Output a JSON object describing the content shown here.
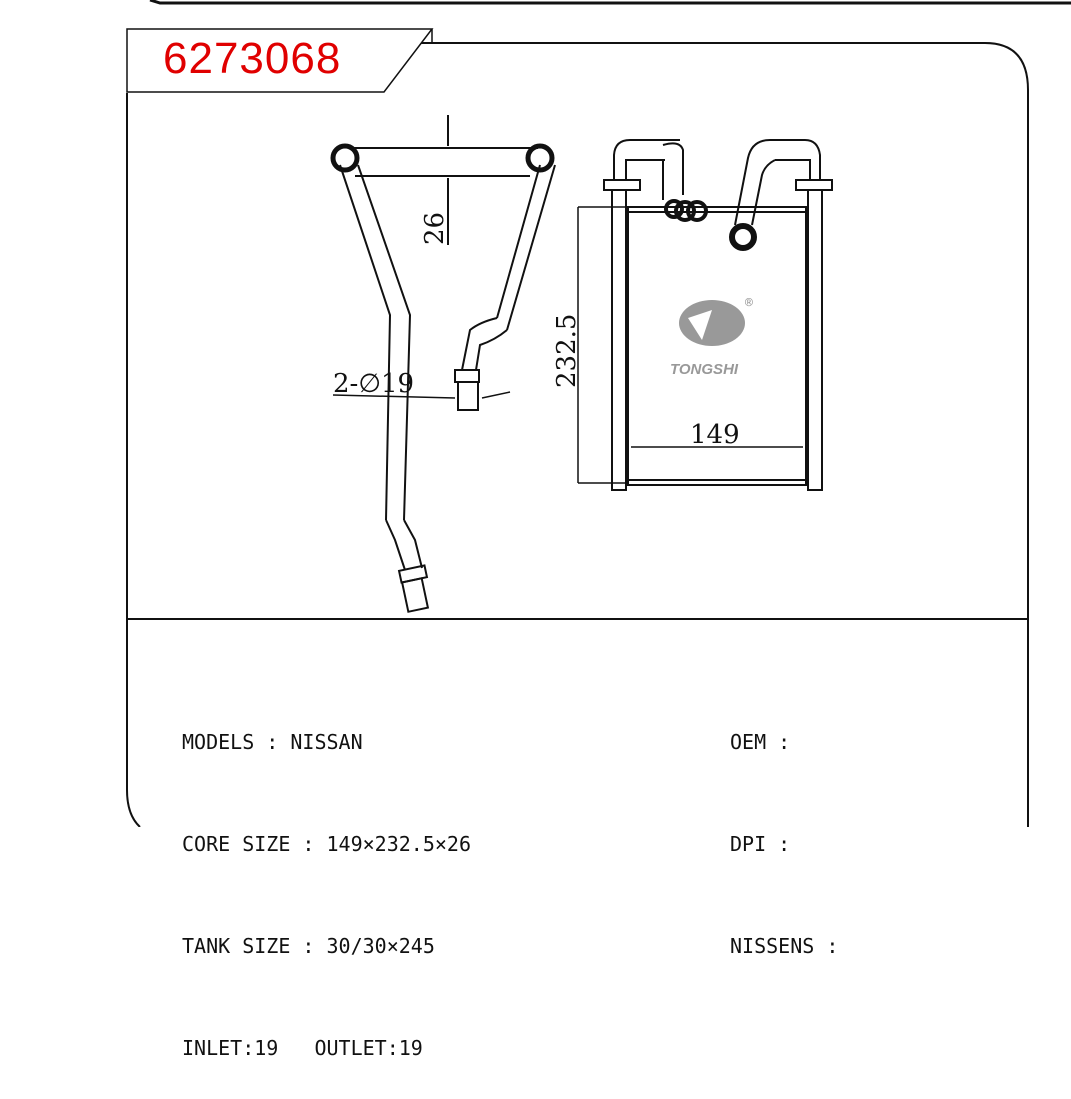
{
  "part_number": "6273068",
  "dimensions": {
    "thickness": "26",
    "core_height": "232.5",
    "core_width": "149",
    "pipe_diameter": "2-∅19"
  },
  "logo": {
    "brand": "TONGSHI",
    "registered": "®"
  },
  "specs": {
    "models": "MODELS : NISSAN",
    "core_size": "CORE SIZE : 149×232.5×26",
    "tank_size": "TANK SIZE : 30/30×245",
    "inlet_outlet": "INLET:19   OUTLET:19",
    "oem": "OEM :",
    "dpi": "DPI :",
    "nissens": "NISSENS :"
  },
  "colors": {
    "part_number": "#e00000",
    "line": "#111111",
    "logo": "#999999"
  }
}
